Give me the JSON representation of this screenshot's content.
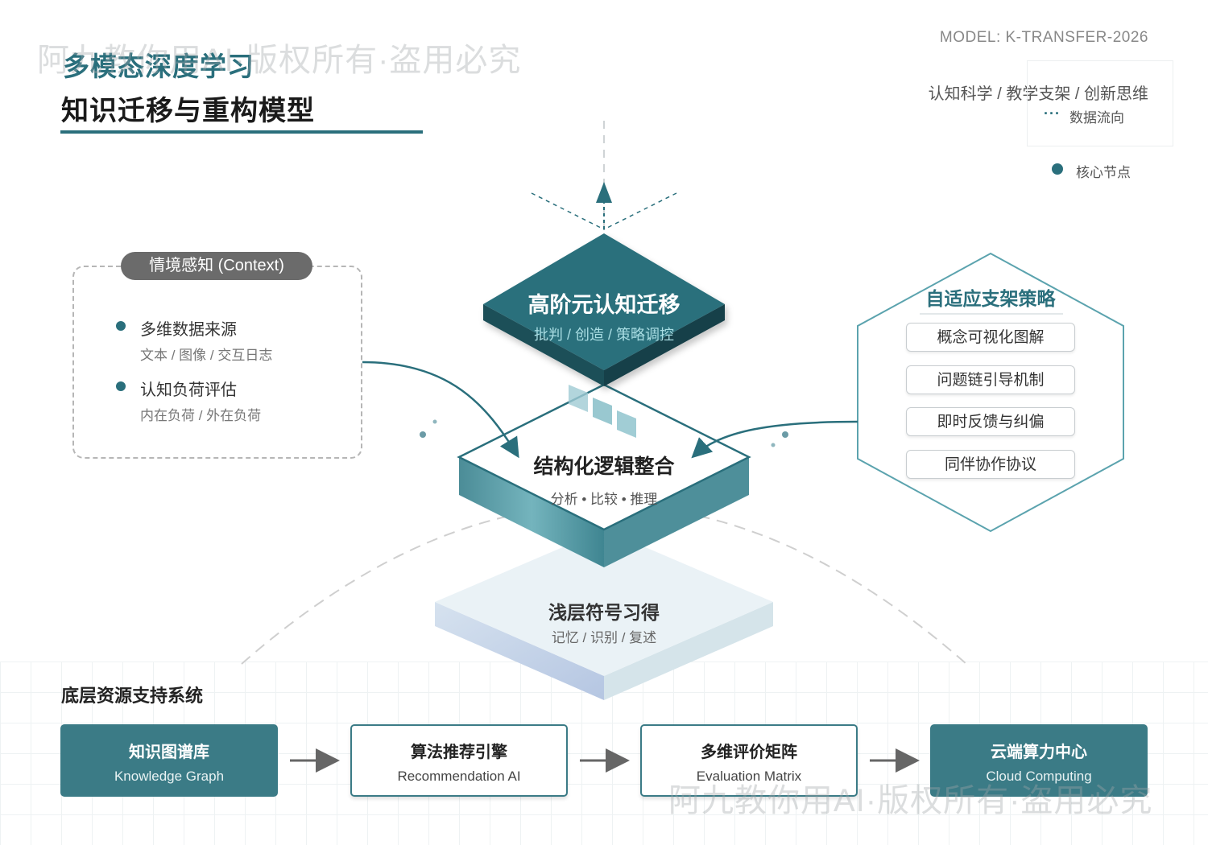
{
  "header": {
    "title_line1": "多模态深度学习",
    "title_line2": "知识迁移与重构模型",
    "model": "MODEL: K-TRANSFER-2026",
    "subtitle": "认知科学 / 教学支架 / 创新思维"
  },
  "legend": {
    "flow_symbol": "···",
    "flow_label": "数据流向",
    "node_label": "核心节点"
  },
  "context": {
    "title": "情境感知 (Context)",
    "items": [
      {
        "label": "多维数据来源",
        "sub": "文本 / 图像 / 交互日志"
      },
      {
        "label": "认知负荷评估",
        "sub": "内在负荷 / 外在负荷"
      }
    ]
  },
  "layers": {
    "top": {
      "title": "高阶元认知迁移",
      "sub": "批判 / 创造 / 策略调控"
    },
    "middle": {
      "title": "结构化逻辑整合",
      "sub": "分析 • 比较 • 推理"
    },
    "bottom": {
      "title": "浅层符号习得",
      "sub": "记忆 / 识别 / 复述"
    }
  },
  "strategies": {
    "title": "自适应支架策略",
    "items": [
      "概念可视化图解",
      "问题链引导机制",
      "即时反馈与纠偏",
      "同伴协作协议"
    ]
  },
  "resources": {
    "title": "底层资源支持系统",
    "items": [
      {
        "name": "知识图谱库",
        "en": "Knowledge Graph"
      },
      {
        "name": "算法推荐引擎",
        "en": "Recommendation AI"
      },
      {
        "name": "多维评价矩阵",
        "en": "Evaluation Matrix"
      },
      {
        "name": "云端算力中心",
        "en": "Cloud Computing"
      }
    ]
  },
  "watermark": "阿九教你用AI·版权所有·盗用必究",
  "colors": {
    "accent": "#2a6f7c",
    "dark_teal": "#1f5560",
    "light_teal": "#5fa3ae",
    "pale": "#e9f1f4"
  }
}
